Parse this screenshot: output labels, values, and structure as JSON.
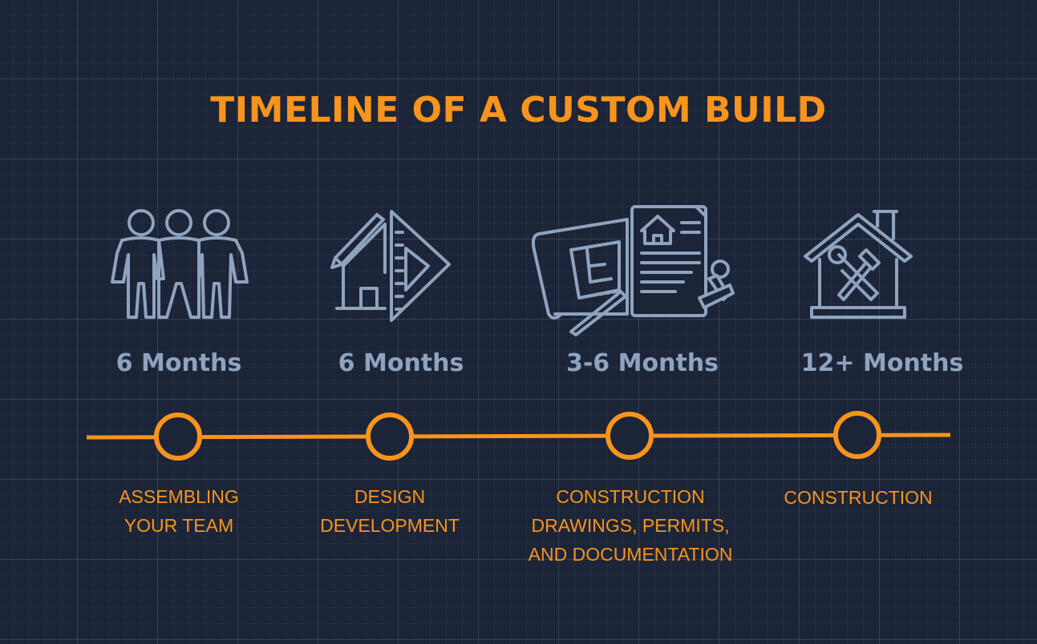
{
  "title": "TIMELINE OF A CUSTOM BUILD",
  "colors": {
    "accent": "#f7941d",
    "icon": "#8fa3bf",
    "background": "#1c2437"
  },
  "steps": [
    {
      "icon": "team-icon",
      "duration": "6 Months",
      "label_lines": [
        "ASSEMBLING",
        "YOUR TEAM"
      ]
    },
    {
      "icon": "design-tools-icon",
      "duration": "6 Months",
      "label_lines": [
        "DESIGN",
        "DEVELOPMENT"
      ]
    },
    {
      "icon": "blueprint-permit-icon",
      "duration": "3-6 Months",
      "label_lines": [
        "CONSTRUCTION",
        "DRAWINGS, PERMITS,",
        "AND DOCUMENTATION"
      ]
    },
    {
      "icon": "house-tools-icon",
      "duration": "12+ Months",
      "label_lines": [
        "CONSTRUCTION"
      ]
    }
  ]
}
